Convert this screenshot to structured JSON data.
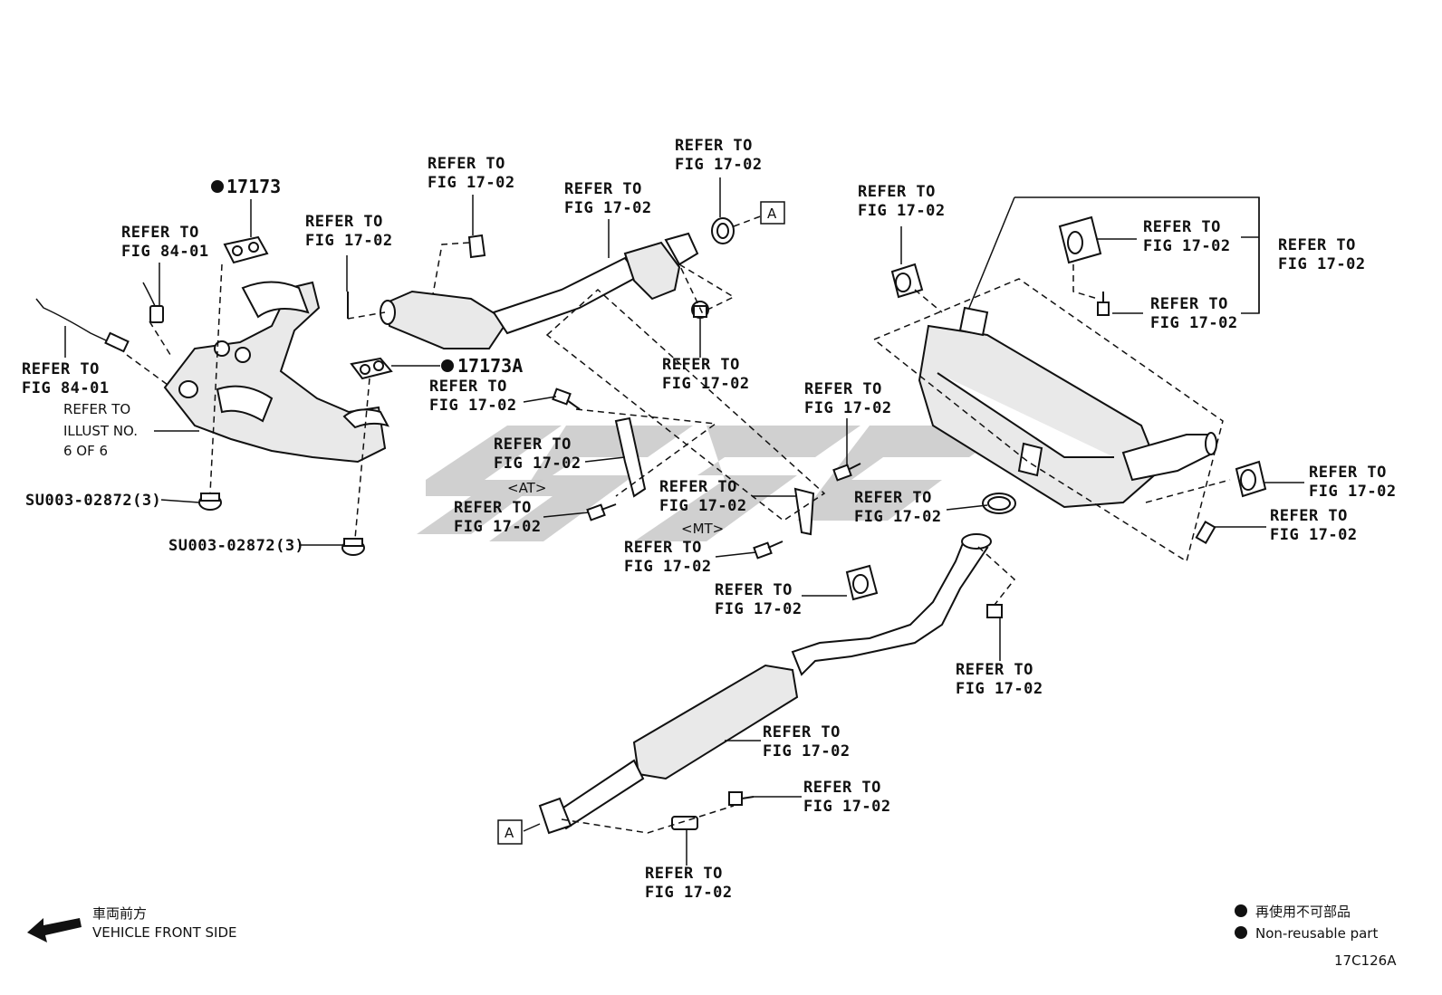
{
  "refer": {
    "line1": "REFER TO",
    "fig_17_02": "FIG 17-02",
    "fig_84_01": "FIG 84-01"
  },
  "illust": {
    "line1": "REFER TO",
    "line2": "ILLUST NO.",
    "line3": "6 OF 6"
  },
  "part_numbers": {
    "gasket_a": "17173",
    "gasket_b": "17173A",
    "nut_a": "SU003-02872(3)",
    "nut_b": "SU003-02872(3)"
  },
  "variants": {
    "at": "<AT>",
    "mt": "<MT>"
  },
  "connector_label": "A",
  "front": {
    "jp": "車両前方",
    "en": "VEHICLE FRONT SIDE"
  },
  "legend": {
    "jp": "再使用不可部品",
    "en": "Non-reusable part"
  },
  "figure_id": "17C126A"
}
